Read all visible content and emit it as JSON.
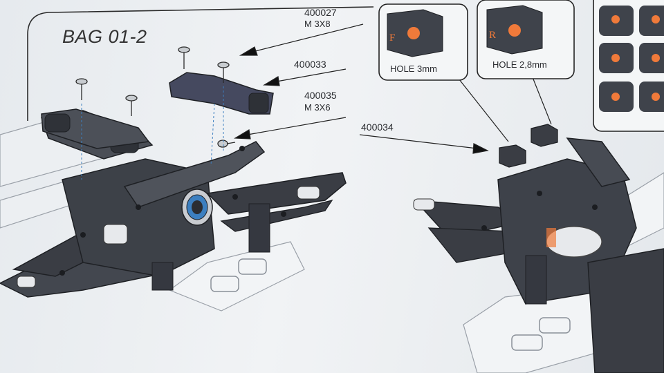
{
  "document": {
    "bag_title": "BAG 01-2",
    "parts": [
      {
        "part_number": "400027",
        "size": "M 3X8"
      },
      {
        "part_number": "400033",
        "size": ""
      },
      {
        "part_number": "400035",
        "size": "M 3X6"
      },
      {
        "part_number": "400034",
        "size": ""
      }
    ],
    "inserts": [
      {
        "letter": "F",
        "label": "HOLE 3mm"
      },
      {
        "letter": "R",
        "label": "HOLE 2,8mm"
      }
    ]
  },
  "colors": {
    "part_dark": "#3a3d44",
    "part_mid": "#4a4e56",
    "accent_orange": "#f07a3a",
    "bearing_blue": "#3c7fc0",
    "paper": "#eef1f3",
    "line": "#222222"
  }
}
